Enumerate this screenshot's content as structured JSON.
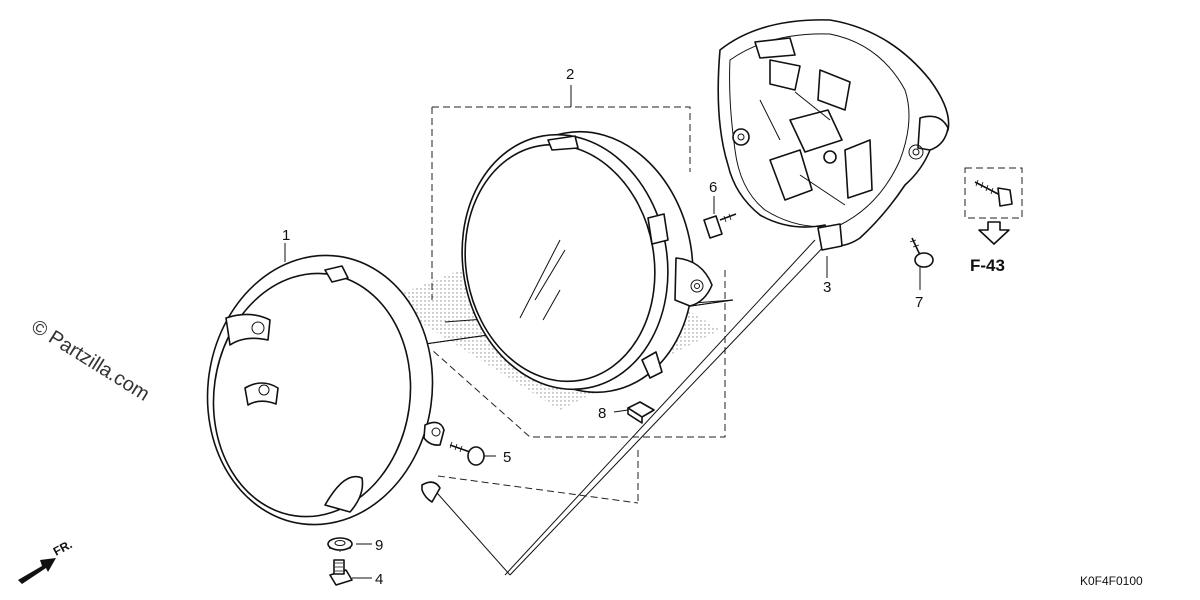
{
  "callouts": {
    "p1": "1",
    "p2": "2",
    "p3": "3",
    "p4": "4",
    "p5": "5",
    "p6": "6",
    "p7": "7",
    "p8": "8",
    "p9": "9"
  },
  "reference": "F-43",
  "diagram_code": "K0F4F0100",
  "watermark": "© Partzilla.com",
  "direction_label": "FR."
}
